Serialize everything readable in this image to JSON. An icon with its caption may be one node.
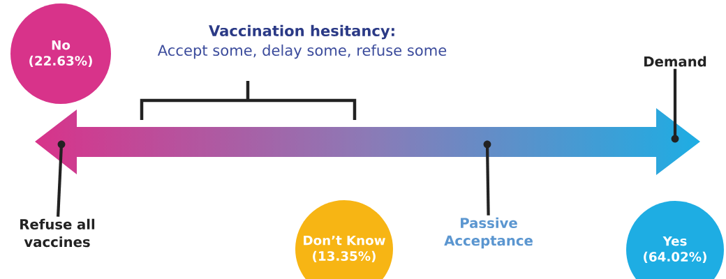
{
  "diagram": {
    "nodes": [
      {
        "text": [
          "No (22.63%)"
        ]
      },
      {
        "text": [
          "Demand"
        ]
      },
      {
        "text": [],
        "shape": "circle"
      },
      {
        "text": [],
        "shape": "circle"
      },
      {
        "text": [],
        "shape": "circle"
      },
      {
        "text": [
          "Refuse all vaccines"
        ]
      },
      {
        "text": [
          "Don’t Know (13.35%)"
        ]
      },
      {
        "text": [
          "Passive Acceptance"
        ]
      },
      {
        "text": [
          "Yes (64.02%)"
        ]
      }
    ],
    "edges": [
      {
        "from": 1,
        "to": 4,
        "arrow": "none"
      },
      {
        "from": 5,
        "to": 2,
        "arrow": "none"
      },
      {
        "from": 7,
        "to": 3,
        "arrow": "none"
      }
    ],
    "labels": [
      "Vaccination hesitancy:",
      "Accept some, delay some, refuse some"
    ]
  }
}
